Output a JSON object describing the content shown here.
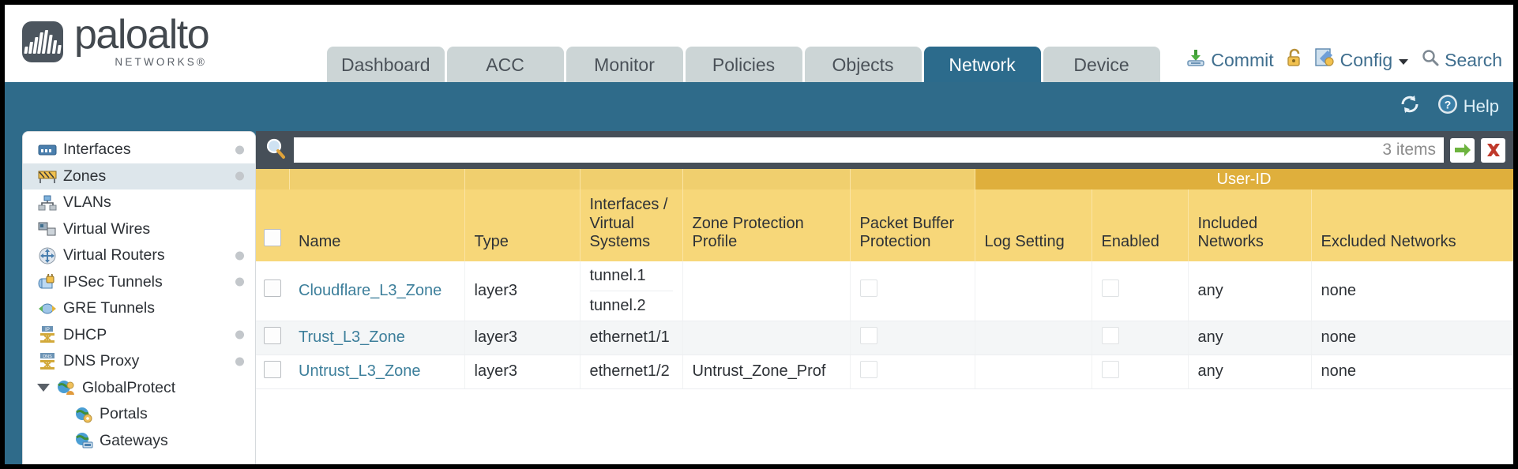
{
  "brand": {
    "name": "paloalto",
    "tagline": "NETWORKS",
    "registered": "®"
  },
  "tabs": [
    {
      "label": "Dashboard",
      "active": false
    },
    {
      "label": "ACC",
      "active": false
    },
    {
      "label": "Monitor",
      "active": false
    },
    {
      "label": "Policies",
      "active": false
    },
    {
      "label": "Objects",
      "active": false
    },
    {
      "label": "Network",
      "active": true
    },
    {
      "label": "Device",
      "active": false
    }
  ],
  "header_actions": {
    "commit": "Commit",
    "lock_icon": "padlock-icon",
    "config": "Config",
    "config_caret": "▼",
    "search": "Search"
  },
  "band": {
    "refresh_icon": "refresh-icon",
    "help": "Help"
  },
  "sidebar": {
    "items": [
      {
        "label": "Interfaces",
        "icon": "interfaces-icon",
        "selected": false,
        "dot": true,
        "child": false,
        "caret": false
      },
      {
        "label": "Zones",
        "icon": "zones-icon",
        "selected": true,
        "dot": true,
        "child": false,
        "caret": false
      },
      {
        "label": "VLANs",
        "icon": "vlans-icon",
        "selected": false,
        "dot": false,
        "child": false,
        "caret": false
      },
      {
        "label": "Virtual Wires",
        "icon": "virtual-wires-icon",
        "selected": false,
        "dot": false,
        "child": false,
        "caret": false
      },
      {
        "label": "Virtual Routers",
        "icon": "virtual-routers-icon",
        "selected": false,
        "dot": true,
        "child": false,
        "caret": false
      },
      {
        "label": "IPSec Tunnels",
        "icon": "ipsec-tunnels-icon",
        "selected": false,
        "dot": true,
        "child": false,
        "caret": false
      },
      {
        "label": "GRE Tunnels",
        "icon": "gre-tunnels-icon",
        "selected": false,
        "dot": false,
        "child": false,
        "caret": false
      },
      {
        "label": "DHCP",
        "icon": "dhcp-icon",
        "selected": false,
        "dot": true,
        "child": false,
        "caret": false
      },
      {
        "label": "DNS Proxy",
        "icon": "dns-proxy-icon",
        "selected": false,
        "dot": true,
        "child": false,
        "caret": false
      },
      {
        "label": "GlobalProtect",
        "icon": "globalprotect-icon",
        "selected": false,
        "dot": false,
        "child": false,
        "caret": true
      },
      {
        "label": "Portals",
        "icon": "portals-icon",
        "selected": false,
        "dot": false,
        "child": true,
        "caret": false
      },
      {
        "label": "Gateways",
        "icon": "gateways-icon",
        "selected": false,
        "dot": false,
        "child": true,
        "caret": false
      }
    ]
  },
  "search": {
    "icon": "search-magnifier-icon",
    "value": "",
    "items_count": "3 items",
    "apply_icon": "green-arrow-icon",
    "clear_icon": "red-x-icon"
  },
  "table": {
    "group_header": {
      "label": "User-ID",
      "span": 3
    },
    "columns": [
      "Name",
      "Type",
      "Interfaces / Virtual Systems",
      "Zone Protection Profile",
      "Packet Buffer Protection",
      "Log Setting",
      "Enabled",
      "Included Networks",
      "Excluded Networks"
    ],
    "rows": [
      {
        "name": "Cloudflare_L3_Zone",
        "type": "layer3",
        "interfaces": [
          "tunnel.1",
          "tunnel.2"
        ],
        "zone_protection_profile": "",
        "packet_buffer_protection": false,
        "log_setting": "",
        "userid_enabled": false,
        "included_networks": "any",
        "excluded_networks": "none"
      },
      {
        "name": "Trust_L3_Zone",
        "type": "layer3",
        "interfaces": [
          "ethernet1/1"
        ],
        "zone_protection_profile": "",
        "packet_buffer_protection": false,
        "log_setting": "",
        "userid_enabled": false,
        "included_networks": "any",
        "excluded_networks": "none"
      },
      {
        "name": "Untrust_L3_Zone",
        "type": "layer3",
        "interfaces": [
          "ethernet1/2"
        ],
        "zone_protection_profile": "Untrust_Zone_Prof",
        "packet_buffer_protection": false,
        "log_setting": "",
        "userid_enabled": false,
        "included_networks": "any",
        "excluded_networks": "none"
      }
    ]
  },
  "colors": {
    "brand_blue": "#2f6b8a",
    "tab_active": "#2c6b8c",
    "tab_inactive": "#ccd5d6",
    "header_gold": "#f7d779",
    "group_gold": "#dfaf3c",
    "link_blue": "#3d7f9b",
    "searchbar_gray": "#464f58"
  }
}
